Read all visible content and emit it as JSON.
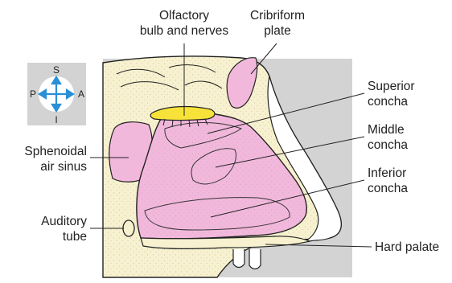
{
  "labels": {
    "olfactory_line1": "Olfactory",
    "olfactory_line2": "bulb and nerves",
    "cribriform_line1": "Cribriform",
    "cribriform_line2": "plate",
    "superior_line1": "Superior",
    "superior_line2": "concha",
    "middle_line1": "Middle",
    "middle_line2": "concha",
    "inferior_line1": "Inferior",
    "inferior_line2": "concha",
    "sphenoidal_line1": "Sphenoidal",
    "sphenoidal_line2": "air sinus",
    "auditory_line1": "Auditory",
    "auditory_line2": "tube",
    "hard_palate": "Hard palate"
  },
  "compass": {
    "superior": "S",
    "inferior": "I",
    "anterior": "A",
    "posterior": "P"
  },
  "colors": {
    "mucosa_pink": "#f2b8dc",
    "bone_cream": "#f7f1cf",
    "olfactory_yellow": "#f7e23a",
    "background_gray": "#d3d3d3",
    "compass_blue": "#2a8fd6",
    "outline": "#222222"
  }
}
